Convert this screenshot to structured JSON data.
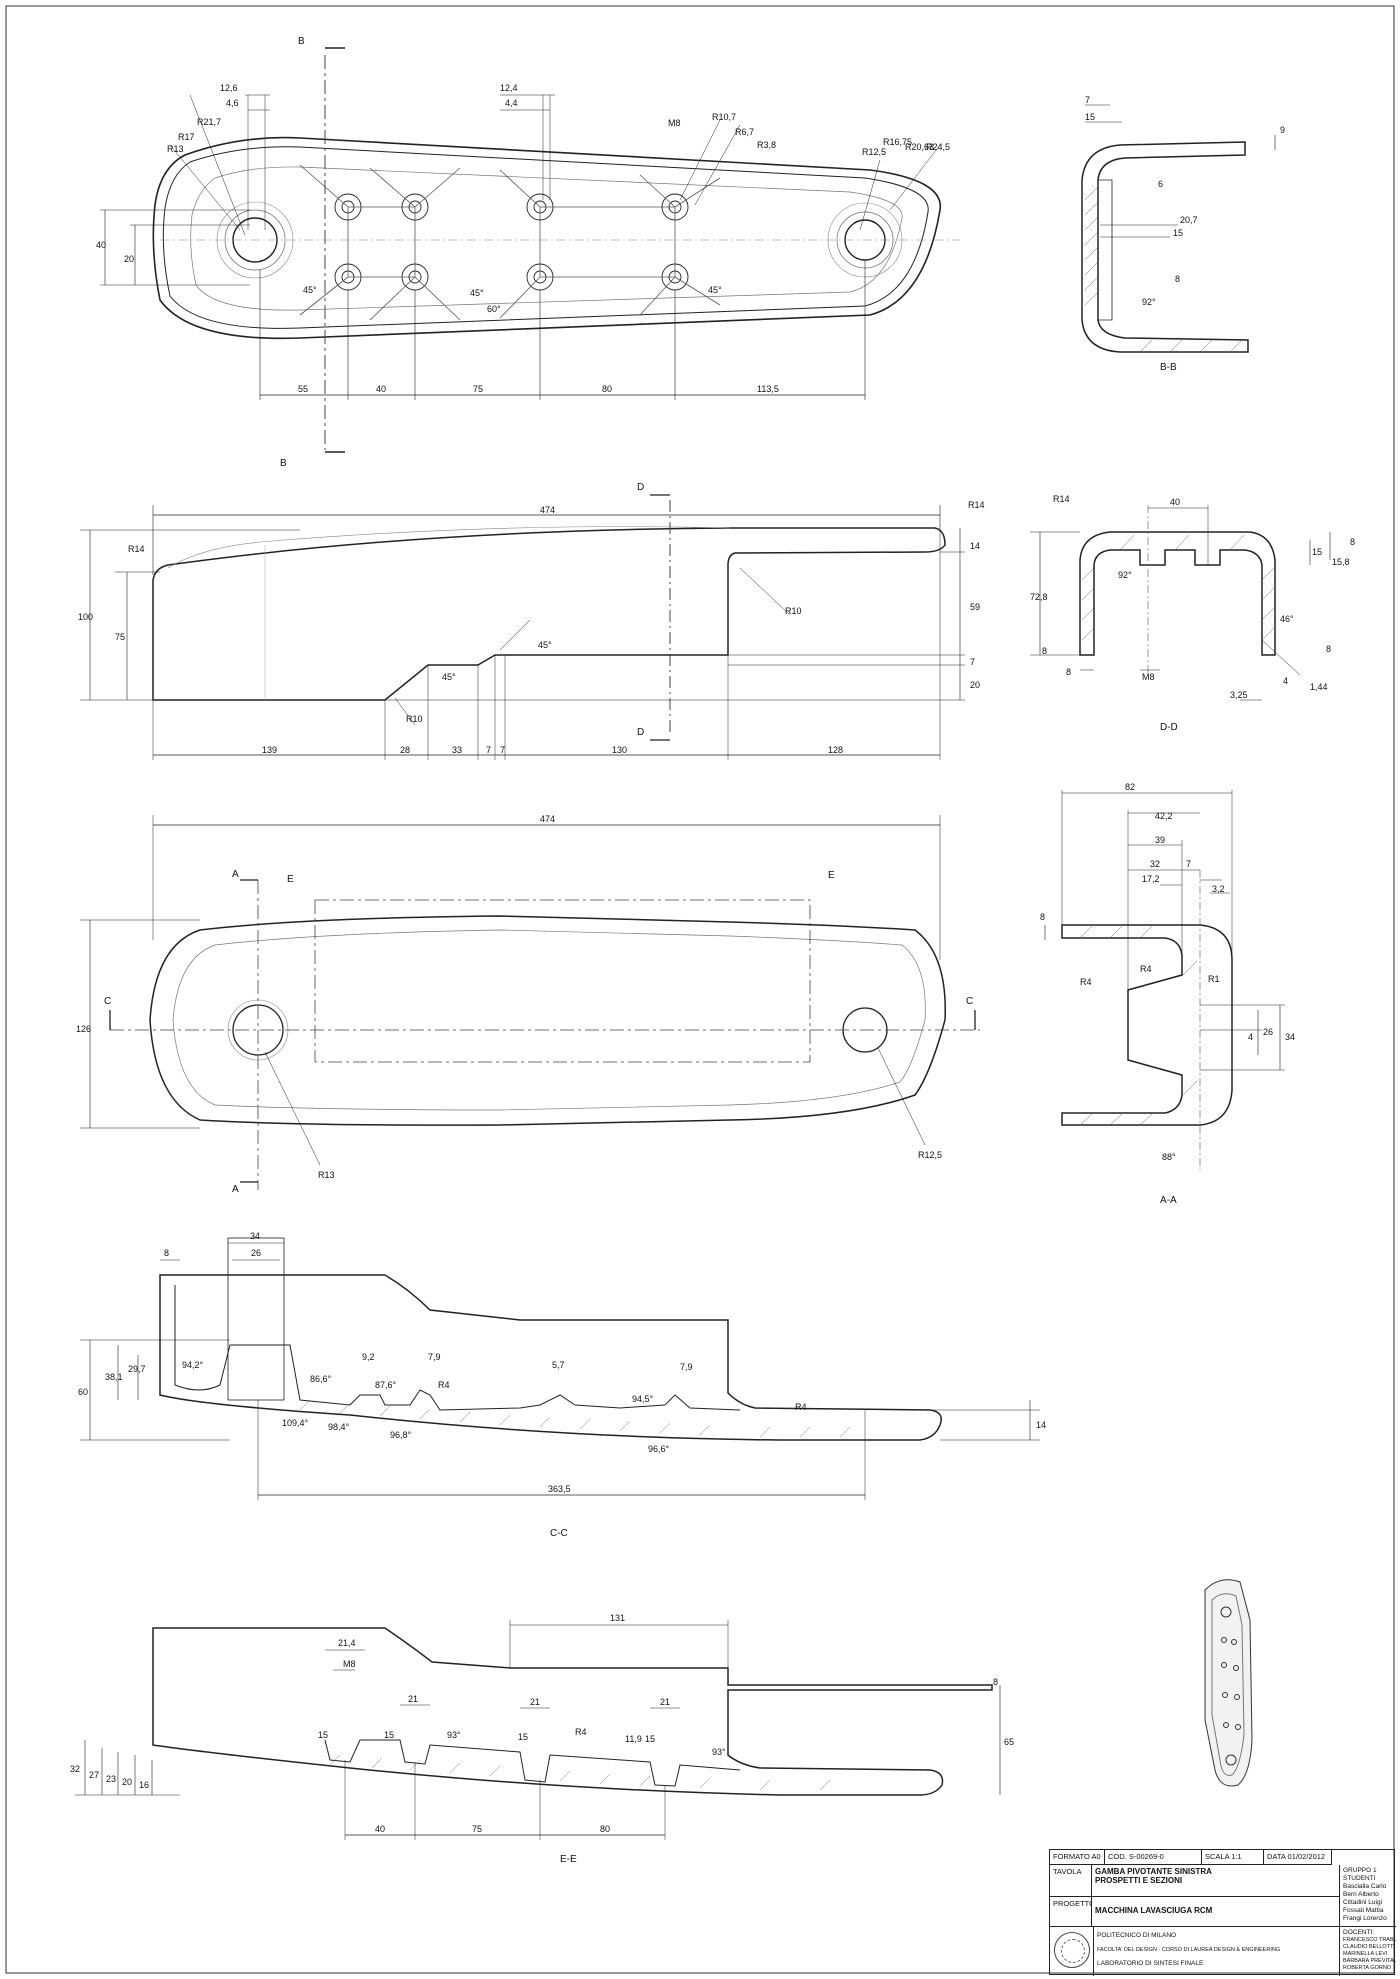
{
  "sections": {
    "b": "B-B",
    "d": "D-D",
    "a": "A-A",
    "c": "C-C",
    "e": "E-E"
  },
  "cut_letters": {
    "b": "B",
    "d": "D",
    "a": "A",
    "e": "E",
    "c": "C"
  },
  "view_top": {
    "dims": {
      "d12_6": "12,6",
      "d4_6": "4,6",
      "d12_4": "12,4",
      "d4_4": "4,4",
      "m8": "M8",
      "r13": "R13",
      "r17": "R17",
      "r21_7": "R21,7",
      "r10_7": "R10,7",
      "r6_7": "R6,7",
      "r3_8": "R3,8",
      "r12_5": "R12,5",
      "r16_75": "R16,75",
      "r20_63": "R20,63",
      "r24_5": "R24,5",
      "v40": "40",
      "v20": "20",
      "a45a": "45°",
      "a45b": "45°",
      "a60": "60°",
      "a45c": "45°",
      "h55": "55",
      "h40": "40",
      "h75": "75",
      "h80": "80",
      "h113_5": "113,5"
    }
  },
  "view_side": {
    "dims": {
      "l474": "474",
      "r14a": "R14",
      "r14b": "R14",
      "v100": "100",
      "v75": "75",
      "r10a": "R10",
      "r10b": "R10",
      "a45a": "45°",
      "a45b": "45°",
      "v14": "14",
      "v59": "59",
      "v7": "7",
      "v20": "20",
      "h139": "139",
      "h28": "28",
      "h33": "33",
      "h7a": "7",
      "h7b": "7",
      "h130": "130",
      "h128": "128"
    }
  },
  "view_plan": {
    "dims": {
      "l474": "474",
      "v126": "126",
      "r13": "R13",
      "r12_5": "R12,5"
    }
  },
  "view_cc": {
    "dims": {
      "w34": "34",
      "w26": "26",
      "w8": "8",
      "v60": "60",
      "v38_1": "38,1",
      "v29_7": "29,7",
      "a94_2": "94,2°",
      "a86_6": "86,6°",
      "a87_6": "87,6°",
      "v9_2": "9,2",
      "v7_9a": "7,9",
      "r4a": "R4",
      "v5_7": "5,7",
      "v7_9b": "7,9",
      "a94_5": "94,5°",
      "r4b": "R4",
      "a109_4": "109,4°",
      "a98_4": "98,4°",
      "a96_8": "96,8°",
      "a96_6": "96,6°",
      "v14": "14",
      "l363_5": "363,5"
    }
  },
  "view_ee": {
    "dims": {
      "w131": "131",
      "w21_4": "21,4",
      "m8": "M8",
      "w21a": "21",
      "w21b": "21",
      "w21c": "21",
      "v15a": "15",
      "v15b": "15",
      "a93a": "93°",
      "v15c": "15",
      "r4": "R4",
      "v11_9": "11,9",
      "v15d": "15",
      "a93b": "93°",
      "v8": "8",
      "v65": "65",
      "v32": "32",
      "v27": "27",
      "v23": "23",
      "v20": "20",
      "v16": "16",
      "h40": "40",
      "h75": "75",
      "h80": "80"
    }
  },
  "view_bb": {
    "dims": {
      "w7": "7",
      "w15": "15",
      "v9": "9",
      "v6": "6",
      "w20_7": "20,7",
      "w15b": "15",
      "v8": "8",
      "a92": "92°"
    }
  },
  "view_dd": {
    "dims": {
      "r14": "R14",
      "w40": "40",
      "v15": "15",
      "v15_8": "15,8",
      "v8a": "8",
      "v72_8": "72,8",
      "a92": "92°",
      "a46": "46°",
      "v8b": "8",
      "v8c": "8",
      "w8": "8",
      "m8": "M8",
      "w4": "4",
      "w1_44": "1,44",
      "w3_25": "3,25"
    }
  },
  "view_aa": {
    "dims": {
      "w82": "82",
      "w42_2": "42,2",
      "w39": "39",
      "w32": "32",
      "w7": "7",
      "w17_2": "17,2",
      "w3_2": "3,2",
      "v8": "8",
      "r4a": "R4",
      "r4b": "R4",
      "r1": "R1",
      "v4": "4",
      "v26": "26",
      "v34": "34",
      "a88": "88°"
    }
  },
  "title_block": {
    "formato": "FORMATO A0",
    "cod": "COD. S-00269-0",
    "scala": "SCALA 1:1",
    "data": "DATA 01/02/2012",
    "tavola_label": "TAVOLA",
    "tavola_line1": "GAMBA PIVOTANTE SINISTRA",
    "tavola_line2": "PROSPETTI E SEZIONI",
    "progetto_label": "PROGETTO",
    "progetto": "MACCHINA LAVASCIUGA RCM",
    "gruppo": "GRUPPO 1",
    "studenti_label": "STUDENTI",
    "studenti": [
      "Bascialla Carlo",
      "Berri Alberto",
      "Cittadini Luigi",
      "Fossati Mattia",
      "Frangi Lorenzo"
    ],
    "school1": "POLITECNICO DI MILANO",
    "school2": "FACOLTA' DEL DESIGN - CORSO DI LAUREA DESIGN & ENGINEERING",
    "school3": "LABORATORIO DI SINTESI FINALE",
    "docenti_label": "DOCENTI:",
    "docenti": [
      "FRANCESCO TRABUCCO",
      "CLAUDIO BELLOTTI",
      "MARINELLA LEVI",
      "BARBARA PREVITALI",
      "ROBERTA GORNO"
    ]
  }
}
